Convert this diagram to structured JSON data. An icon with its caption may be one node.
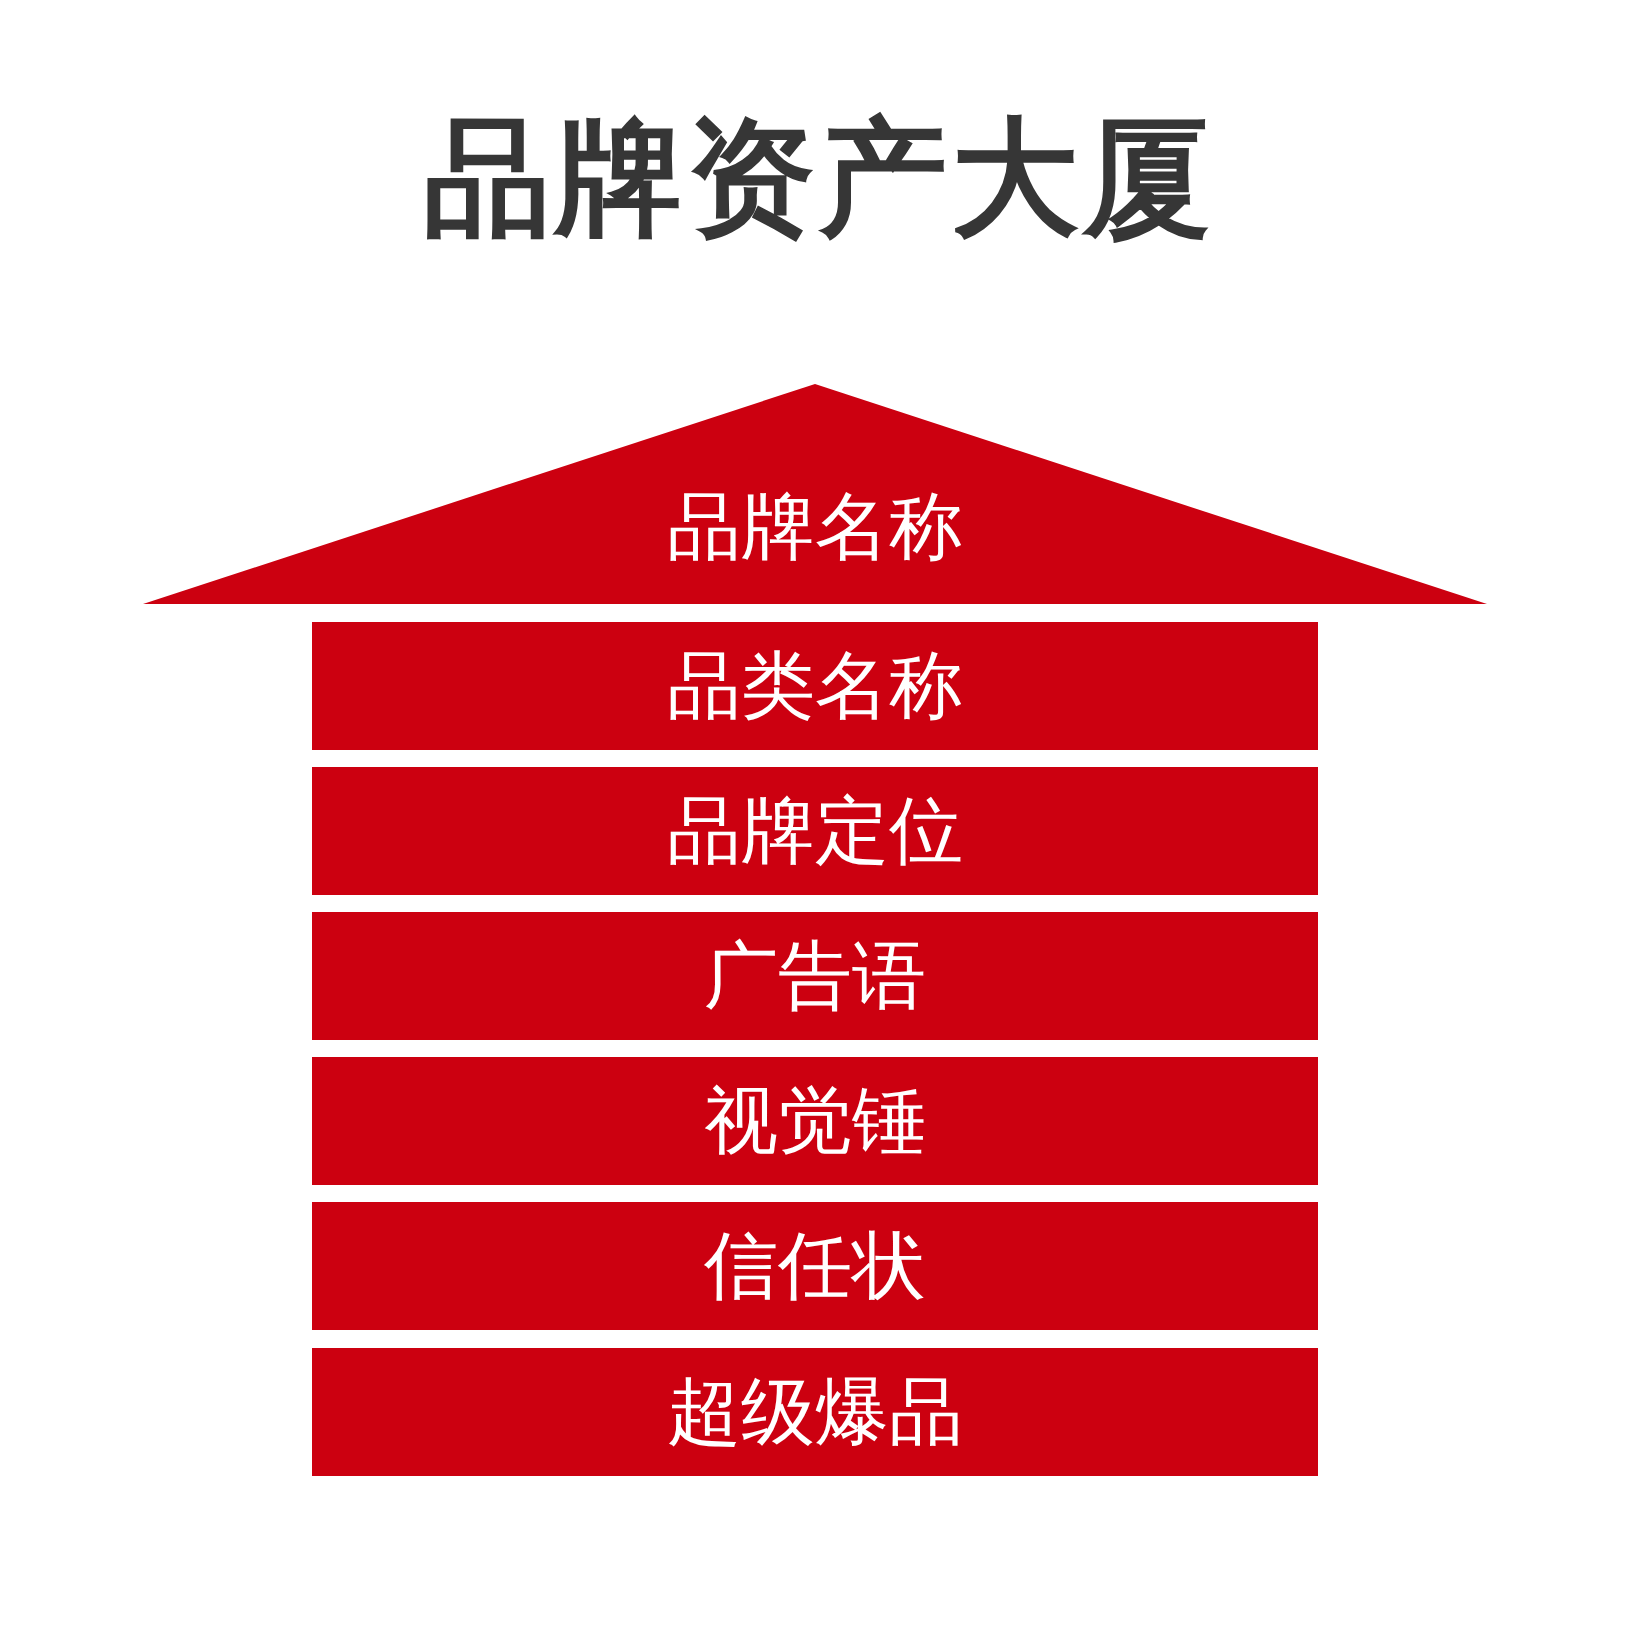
{
  "diagram": {
    "title": "品牌资产大厦",
    "nodes": [
      {
        "text": [
          "品牌名称"
        ]
      },
      {
        "text": [
          "品类名称"
        ]
      },
      {
        "text": [
          "品牌定位"
        ]
      },
      {
        "text": [
          "广告语"
        ]
      },
      {
        "text": [
          "视觉锤"
        ]
      },
      {
        "text": [
          "信任状"
        ]
      },
      {
        "text": [
          "超级爆品"
        ]
      }
    ]
  }
}
